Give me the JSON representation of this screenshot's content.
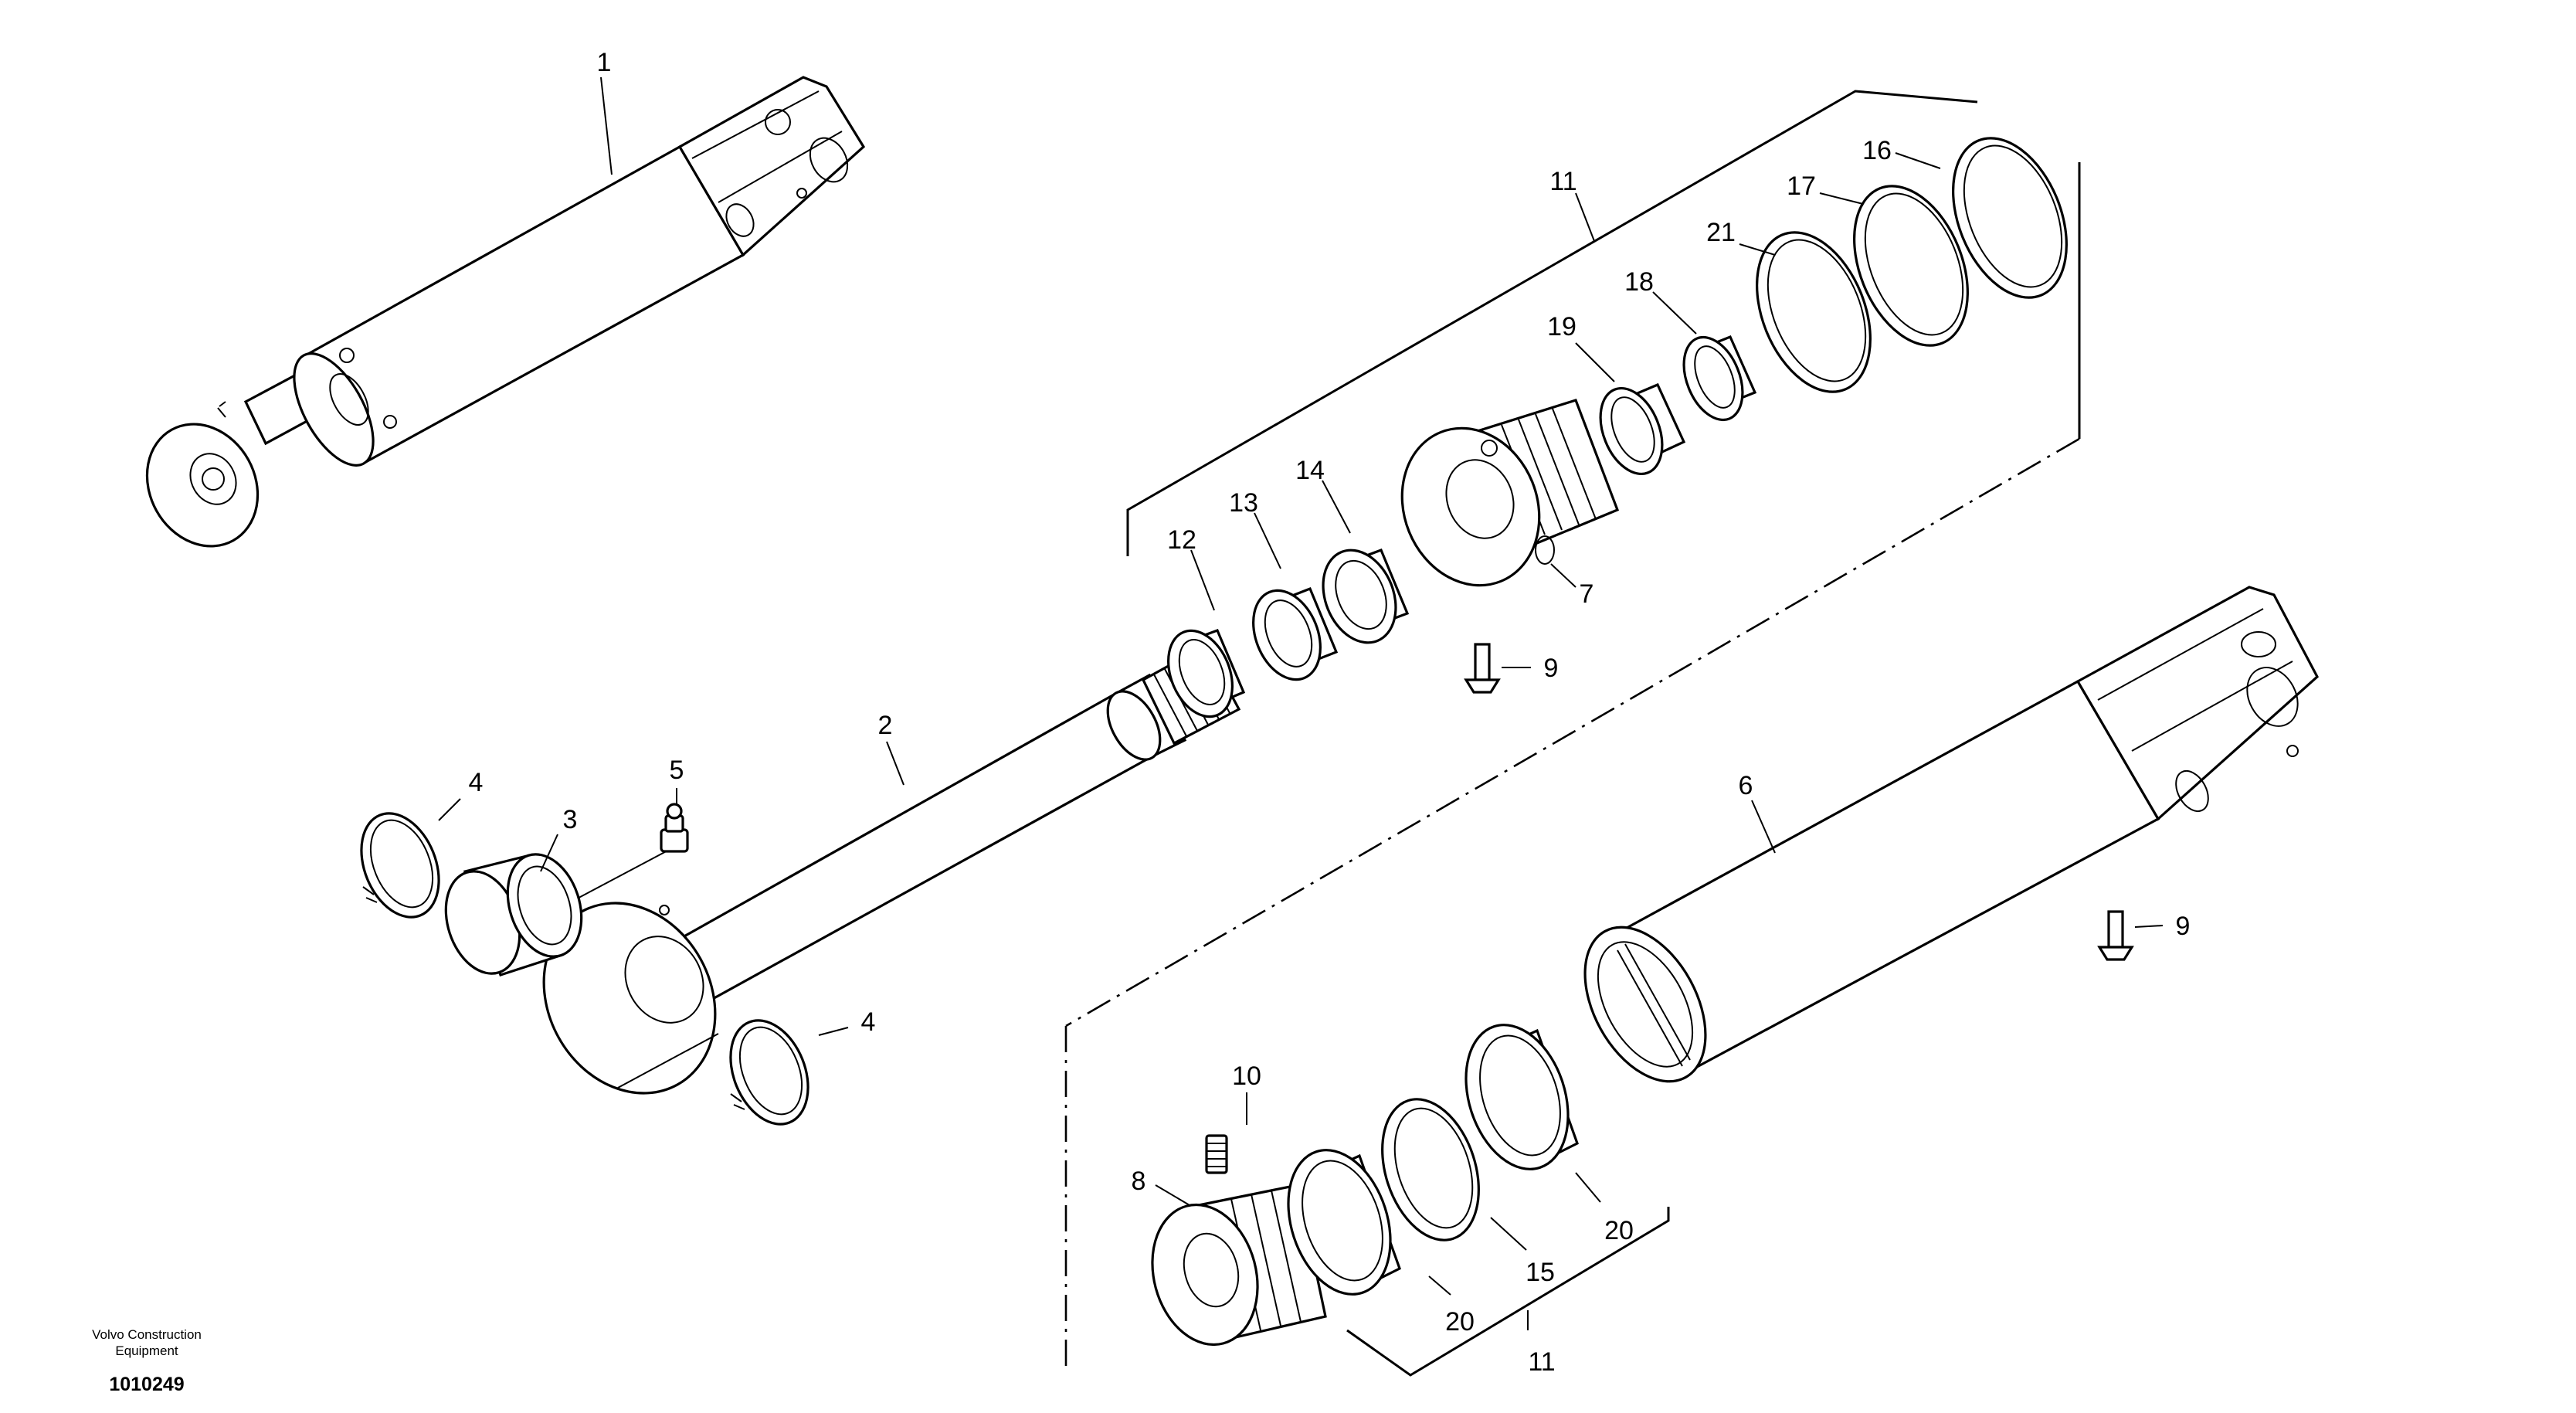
{
  "publisher": {
    "line1": "Volvo Construction",
    "line2": "Equipment"
  },
  "drawing_number": "1010249",
  "callouts": {
    "c1": "1",
    "c2": "2",
    "c3": "3",
    "c4a": "4",
    "c4b": "4",
    "c5": "5",
    "c6": "6",
    "c7": "7",
    "c8": "8",
    "c9a": "9",
    "c9b": "9",
    "c10": "10",
    "c11a": "11",
    "c11b": "11",
    "c12": "12",
    "c13": "13",
    "c14": "14",
    "c15": "15",
    "c16": "16",
    "c17": "17",
    "c18": "18",
    "c19": "19",
    "c20a": "20",
    "c20b": "20",
    "c21": "21"
  }
}
